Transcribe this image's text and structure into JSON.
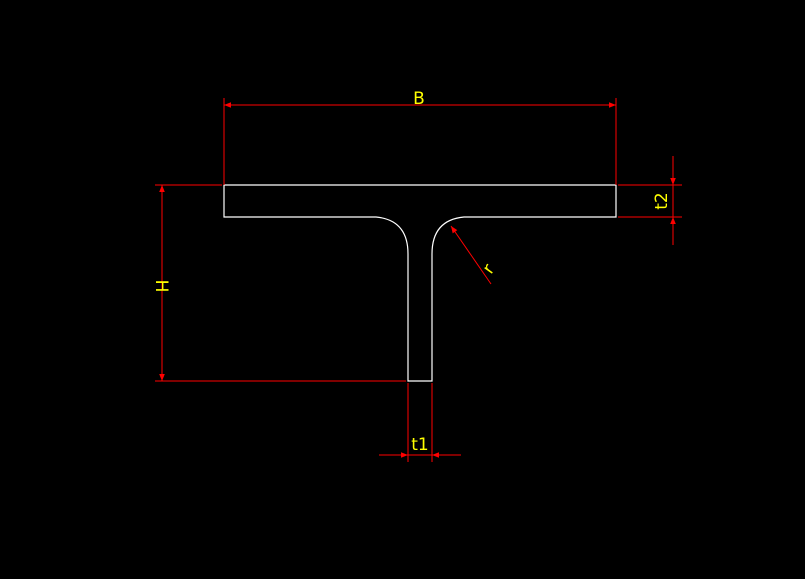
{
  "colors": {
    "background": "#000000",
    "outline": "#ffffff",
    "dimension": "#ff0000",
    "label": "#ffff00"
  },
  "labels": {
    "width": "B",
    "height": "H",
    "flange_thickness": "t2",
    "web_thickness": "t1",
    "fillet_radius": "r"
  }
}
